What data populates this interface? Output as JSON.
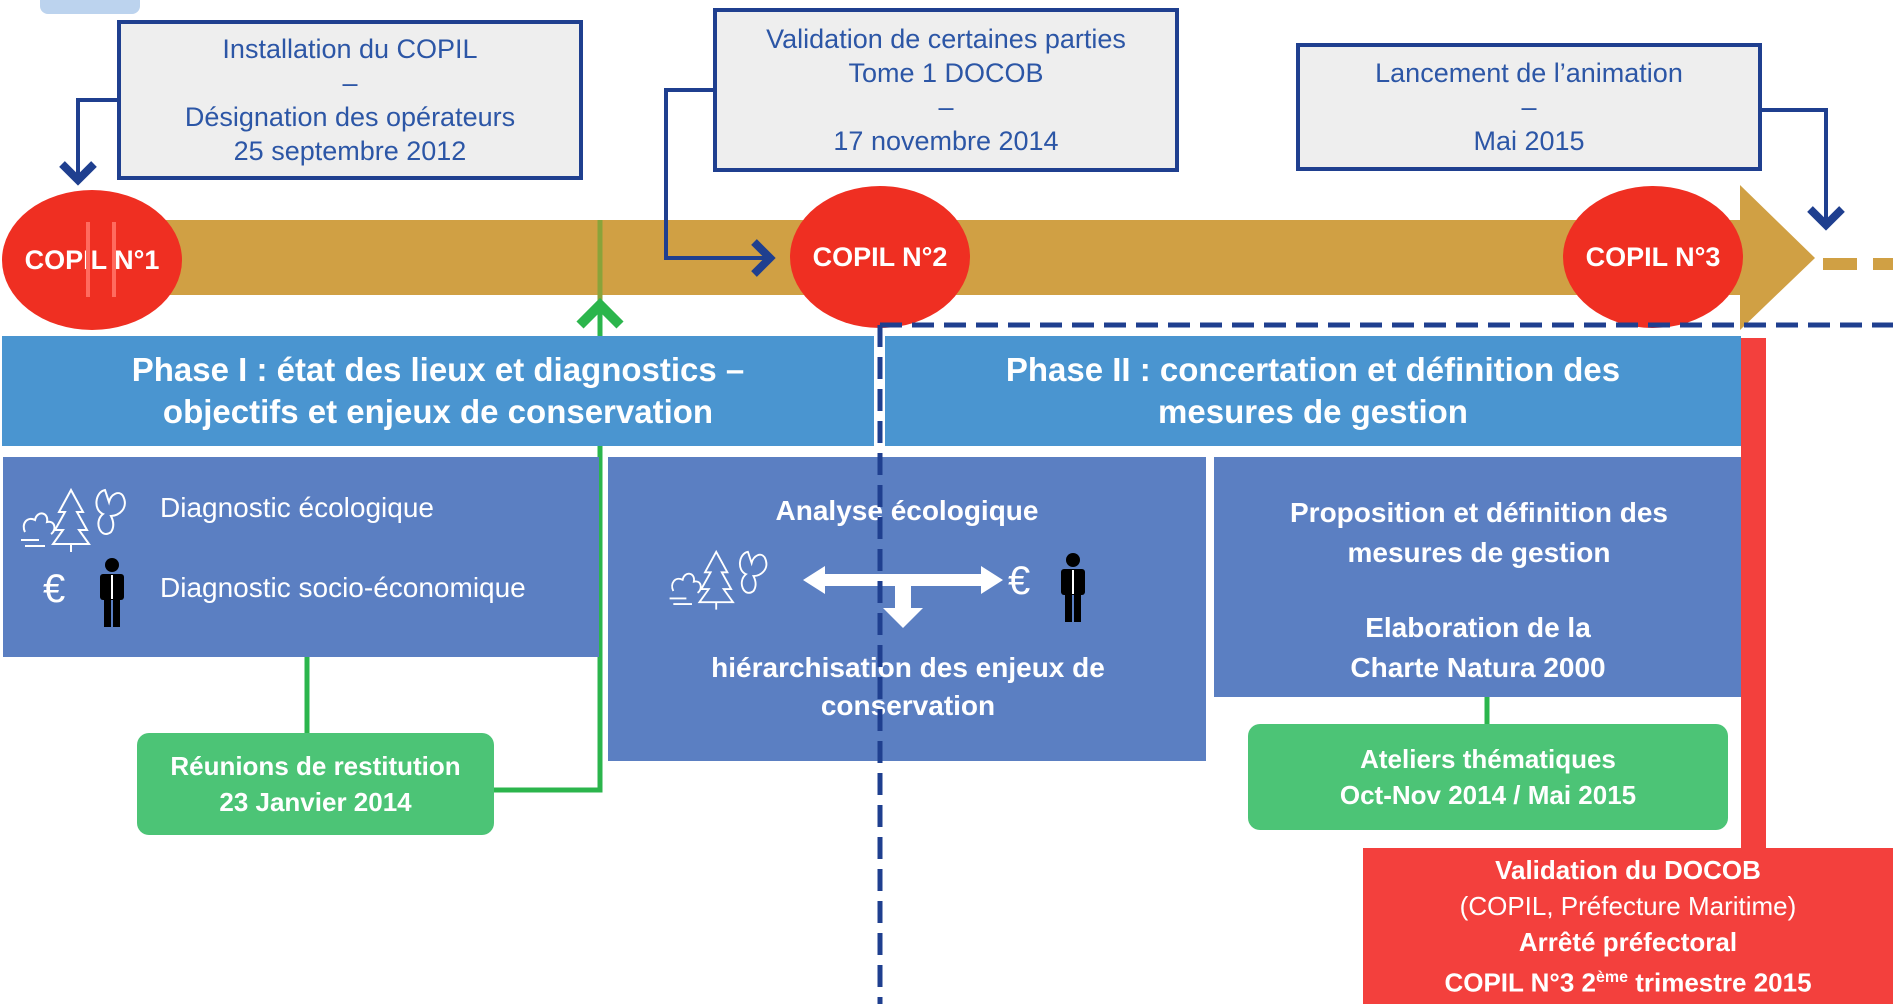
{
  "callouts": {
    "c1": {
      "line1": "Installation du COPIL",
      "line2": "–",
      "line3": "Désignation des opérateurs",
      "line4": "25 septembre 2012"
    },
    "c2": {
      "line1": "Validation de certaines parties",
      "line2": "Tome 1 DOCOB",
      "line3": "–",
      "line4": "17 novembre 2014"
    },
    "c3": {
      "line1": "Lancement de l’animation",
      "line2": "–",
      "line3": "Mai 2015"
    }
  },
  "copil": {
    "n1": "COPIL N°1",
    "n2": "COPIL N°2",
    "n3": "COPIL N°3"
  },
  "phases": {
    "p1": {
      "line1": "Phase I : état des lieux et diagnostics –",
      "line2": "objectifs et enjeux de conservation"
    },
    "p2": {
      "line1": "Phase II : concertation et définition des",
      "line2": "mesures de gestion"
    }
  },
  "diagnostics": {
    "eco": "Diagnostic écologique",
    "socio": "Diagnostic socio-économique",
    "euro": "€"
  },
  "analysis": {
    "title": "Analyse écologique",
    "sub": "hiérarchisation des enjeux de conservation",
    "euro": "€"
  },
  "proposition": {
    "title": "Proposition et définition des mesures de gestion",
    "charte_line1": "Elaboration de la",
    "charte_line2": "Charte Natura 2000"
  },
  "reunions": {
    "line1": "Réunions de restitution",
    "line2": "23 Janvier 2014"
  },
  "ateliers": {
    "line1": "Ateliers thématiques",
    "line2": "Oct-Nov 2014 / Mai 2015"
  },
  "validation": {
    "line1": "Validation du DOCOB",
    "line2": "(COPIL, Préfecture Maritime)",
    "line3": "Arrêté préfectoral",
    "line4_pre": "COPIL N°3 2",
    "line4_sup": "ème",
    "line4_post": " trimestre 2015"
  },
  "colors": {
    "timeline": "#d0a044",
    "copil": "#ef2f22",
    "phase": "#4a95d0",
    "box": "#5b7fc2",
    "green": "#4cc476",
    "red": "#f3403d",
    "navy": "#1f3f8f"
  }
}
